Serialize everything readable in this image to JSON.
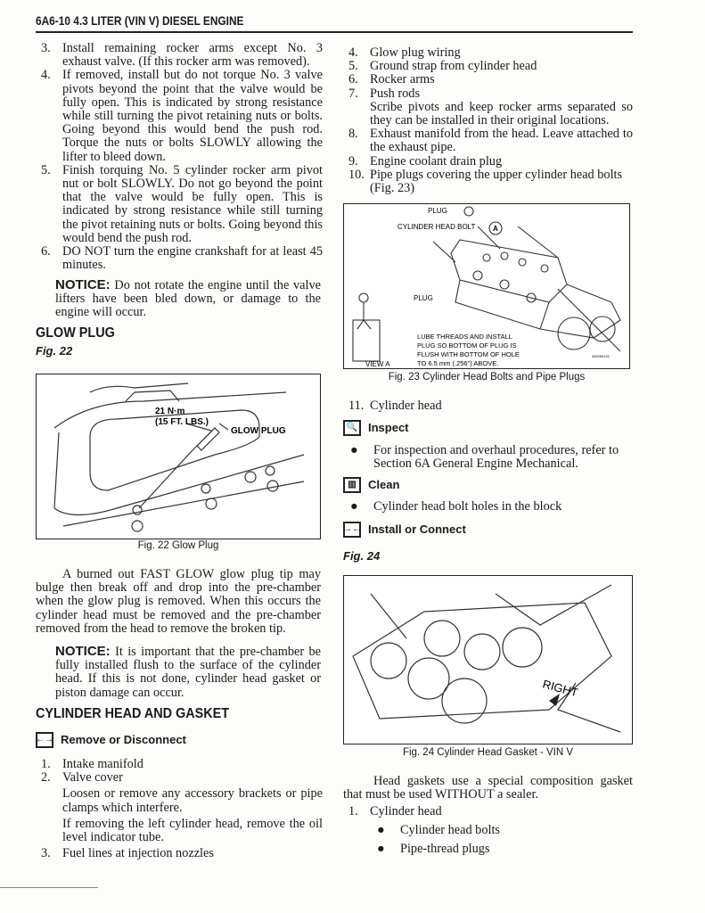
{
  "header": {
    "title": "6A6-10  4.3 LITER (VIN V) DIESEL ENGINE"
  },
  "left": {
    "steps": [
      {
        "n": "3.",
        "t": "Install remaining rocker arms except No. 3 exhaust valve. (If this rocker arm was removed)."
      },
      {
        "n": "4.",
        "t": "If removed, install but do not torque No. 3 valve pivots beyond the point that the valve would be fully open. This is indicated by strong resistance while still turning the pivot retaining nuts or bolts. Going beyond this would bend the push rod. Torque the nuts or bolts SLOWLY allowing the lifter to bleed down."
      },
      {
        "n": "5.",
        "t": "Finish torquing No. 5 cylinder rocker arm pivot nut or bolt SLOWLY. Do not go beyond the point that the valve would be fully open. This is indicated by strong resistance while still turning the pivot retaining nuts or bolts. Going beyond this would bend the push rod."
      },
      {
        "n": "6.",
        "t": "DO NOT turn the engine crankshaft for at least 45 minutes."
      }
    ],
    "notice1": {
      "label": "NOTICE:",
      "text": " Do not rotate the engine until the valve lifters have been bled down, or damage to the engine will occur."
    },
    "glow_heading": "GLOW PLUG",
    "fig22_ref": "Fig. 22",
    "fig22": {
      "caption": "Fig. 22 Glow Plug",
      "torque1": "21 N·m",
      "torque2": "(15 FT. LBS.)",
      "label": "GLOW PLUG"
    },
    "para": "A burned out FAST GLOW glow plug tip may bulge then break off and drop into the pre-chamber when the glow plug is removed. When this occurs the cylinder head must be removed and the pre-chamber removed from the head to remove the broken tip.",
    "notice2": {
      "label": "NOTICE:",
      "text": " It is important that the pre-chamber be fully installed flush to the surface of the cylinder head. If this is not done, cylinder head gasket or piston damage can occur."
    },
    "cyl_heading": "CYLINDER HEAD AND GASKET",
    "remove_label": "Remove or Disconnect",
    "remove_icon": "←→",
    "items": [
      {
        "n": "1.",
        "t": "Intake manifold"
      },
      {
        "n": "2.",
        "t": "Valve cover",
        "subs": [
          "Loosen or remove any accessory brackets or pipe clamps which interfere.",
          "If removing the left cylinder head, remove the oil level indicator tube."
        ]
      },
      {
        "n": "3.",
        "t": "Fuel lines at injection nozzles"
      }
    ]
  },
  "right": {
    "items": [
      {
        "n": "4.",
        "t": "Glow plug wiring"
      },
      {
        "n": "5.",
        "t": "Ground strap from cylinder head"
      },
      {
        "n": "6.",
        "t": "Rocker arms"
      },
      {
        "n": "7.",
        "t": "Push rods",
        "sub": "Scribe pivots and keep rocker arms separated so they can be installed in their original locations."
      },
      {
        "n": "8.",
        "t": "Exhaust manifold from the head. Leave attached to the exhaust pipe."
      },
      {
        "n": "9.",
        "t": "Engine coolant drain plug"
      },
      {
        "n": "10.",
        "t": "Pipe plugs covering the upper cylinder head bolts (Fig. 23)"
      }
    ],
    "fig23": {
      "caption": "Fig. 23 Cylinder Head Bolts and Pipe Plugs",
      "plug": "PLUG",
      "bolt": "CYLINDER HEAD BOLT",
      "a": "A",
      "plug2": "PLUG",
      "note": [
        "LUBE THREADS AND INSTALL",
        "PLUG SO BOTTOM OF PLUG IS",
        "FLUSH WITH BOTTOM OF HOLE",
        "TO 6.5 mm (.256\") ABOVE."
      ],
      "view": "VIEW A",
      "code": "382050121"
    },
    "item11": {
      "n": "11.",
      "t": "Cylinder head"
    },
    "inspect_label": "Inspect",
    "inspect_text": "For inspection and overhaul procedures, refer to Section 6A General Engine Mechanical.",
    "clean_label": "Clean",
    "clean_text": "Cylinder head bolt holes in the block",
    "install_label": "Install or Connect",
    "install_icon": "→←",
    "fig24_ref": "Fig. 24",
    "fig24": {
      "caption": "Fig. 24 Cylinder Head Gasket - VIN V",
      "right": "RIGHT"
    },
    "para": "Head gaskets use a special composition gasket that must be used WITHOUT a sealer.",
    "install_items": {
      "n": "1.",
      "t": "Cylinder head",
      "bullets": [
        "Cylinder head bolts",
        "Pipe-thread plugs"
      ]
    }
  }
}
